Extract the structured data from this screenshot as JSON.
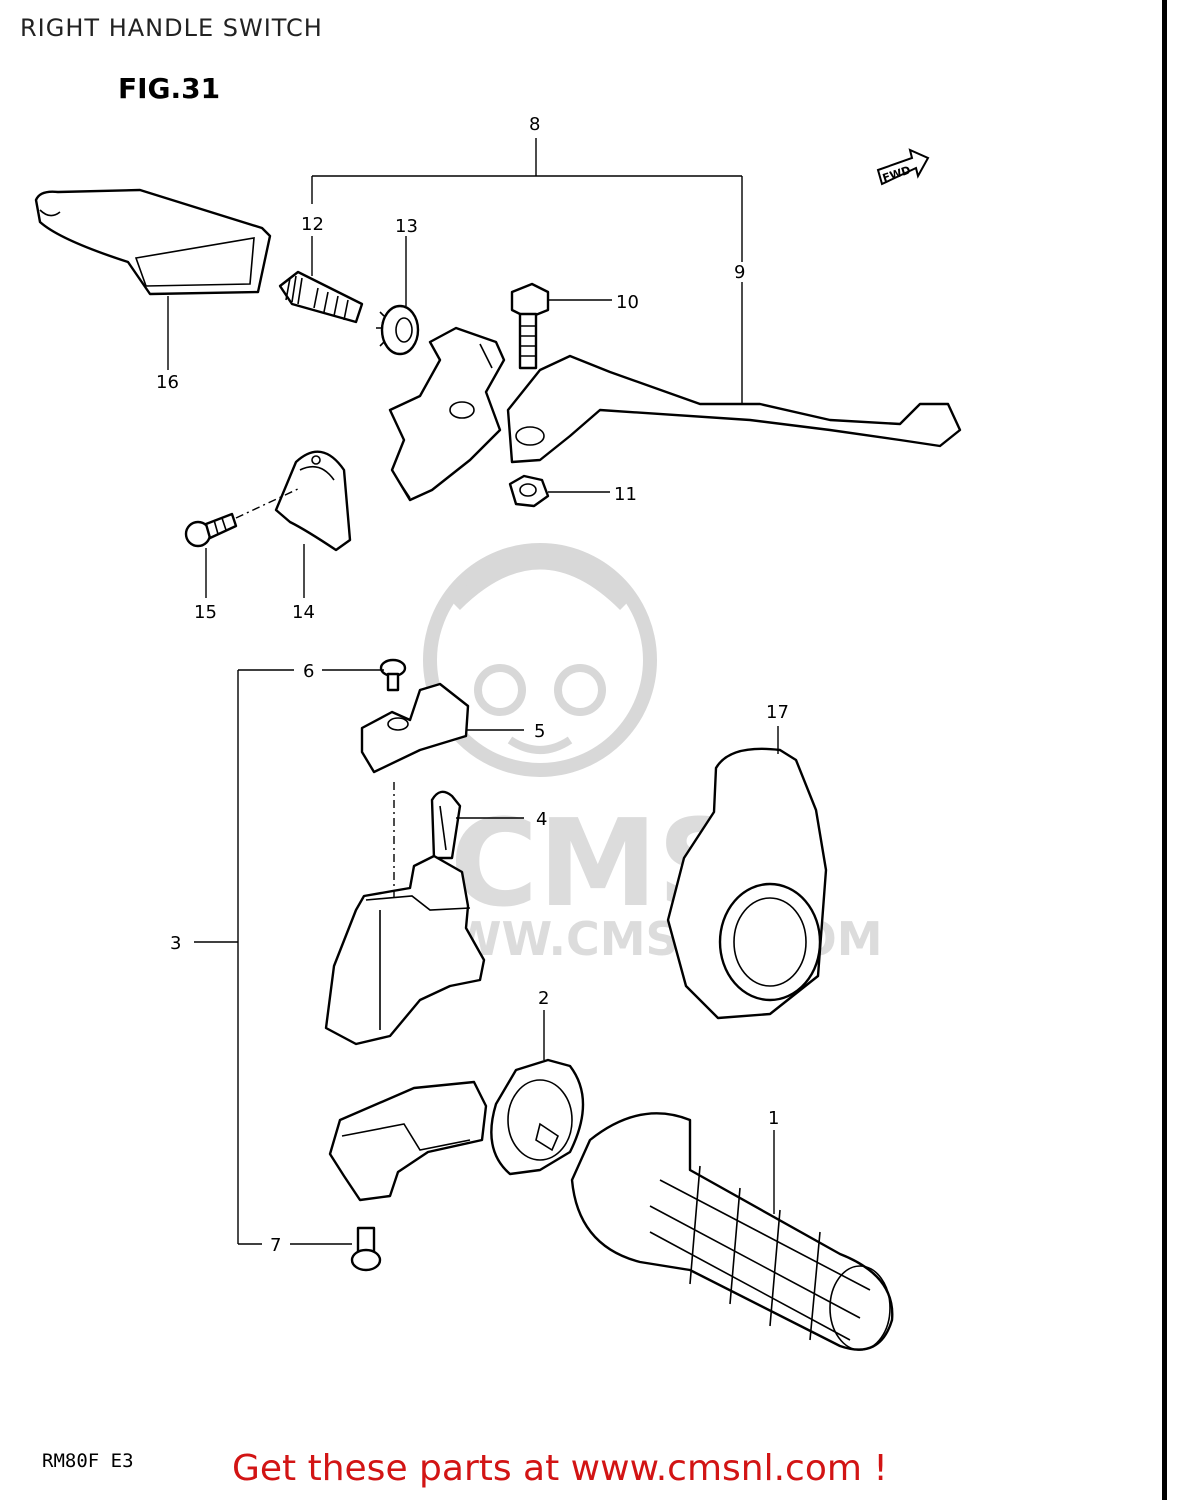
{
  "title": "RIGHT HANDLE SWITCH",
  "figure": "FIG.31",
  "model": "RM80F E3",
  "footer": "Get these parts at www.cmsnl.com !",
  "fwd_arrow": "FWD",
  "watermark": {
    "logo": "CMS",
    "url": "WWW.CMSNL.COM"
  },
  "callouts": {
    "c1": "1",
    "c2": "2",
    "c3": "3",
    "c4": "4",
    "c5": "5",
    "c6": "6",
    "c7": "7",
    "c8": "8",
    "c9": "9",
    "c10": "10",
    "c11": "11",
    "c12": "12",
    "c13": "13",
    "c14": "14",
    "c15": "15",
    "c16": "16",
    "c17": "17"
  }
}
